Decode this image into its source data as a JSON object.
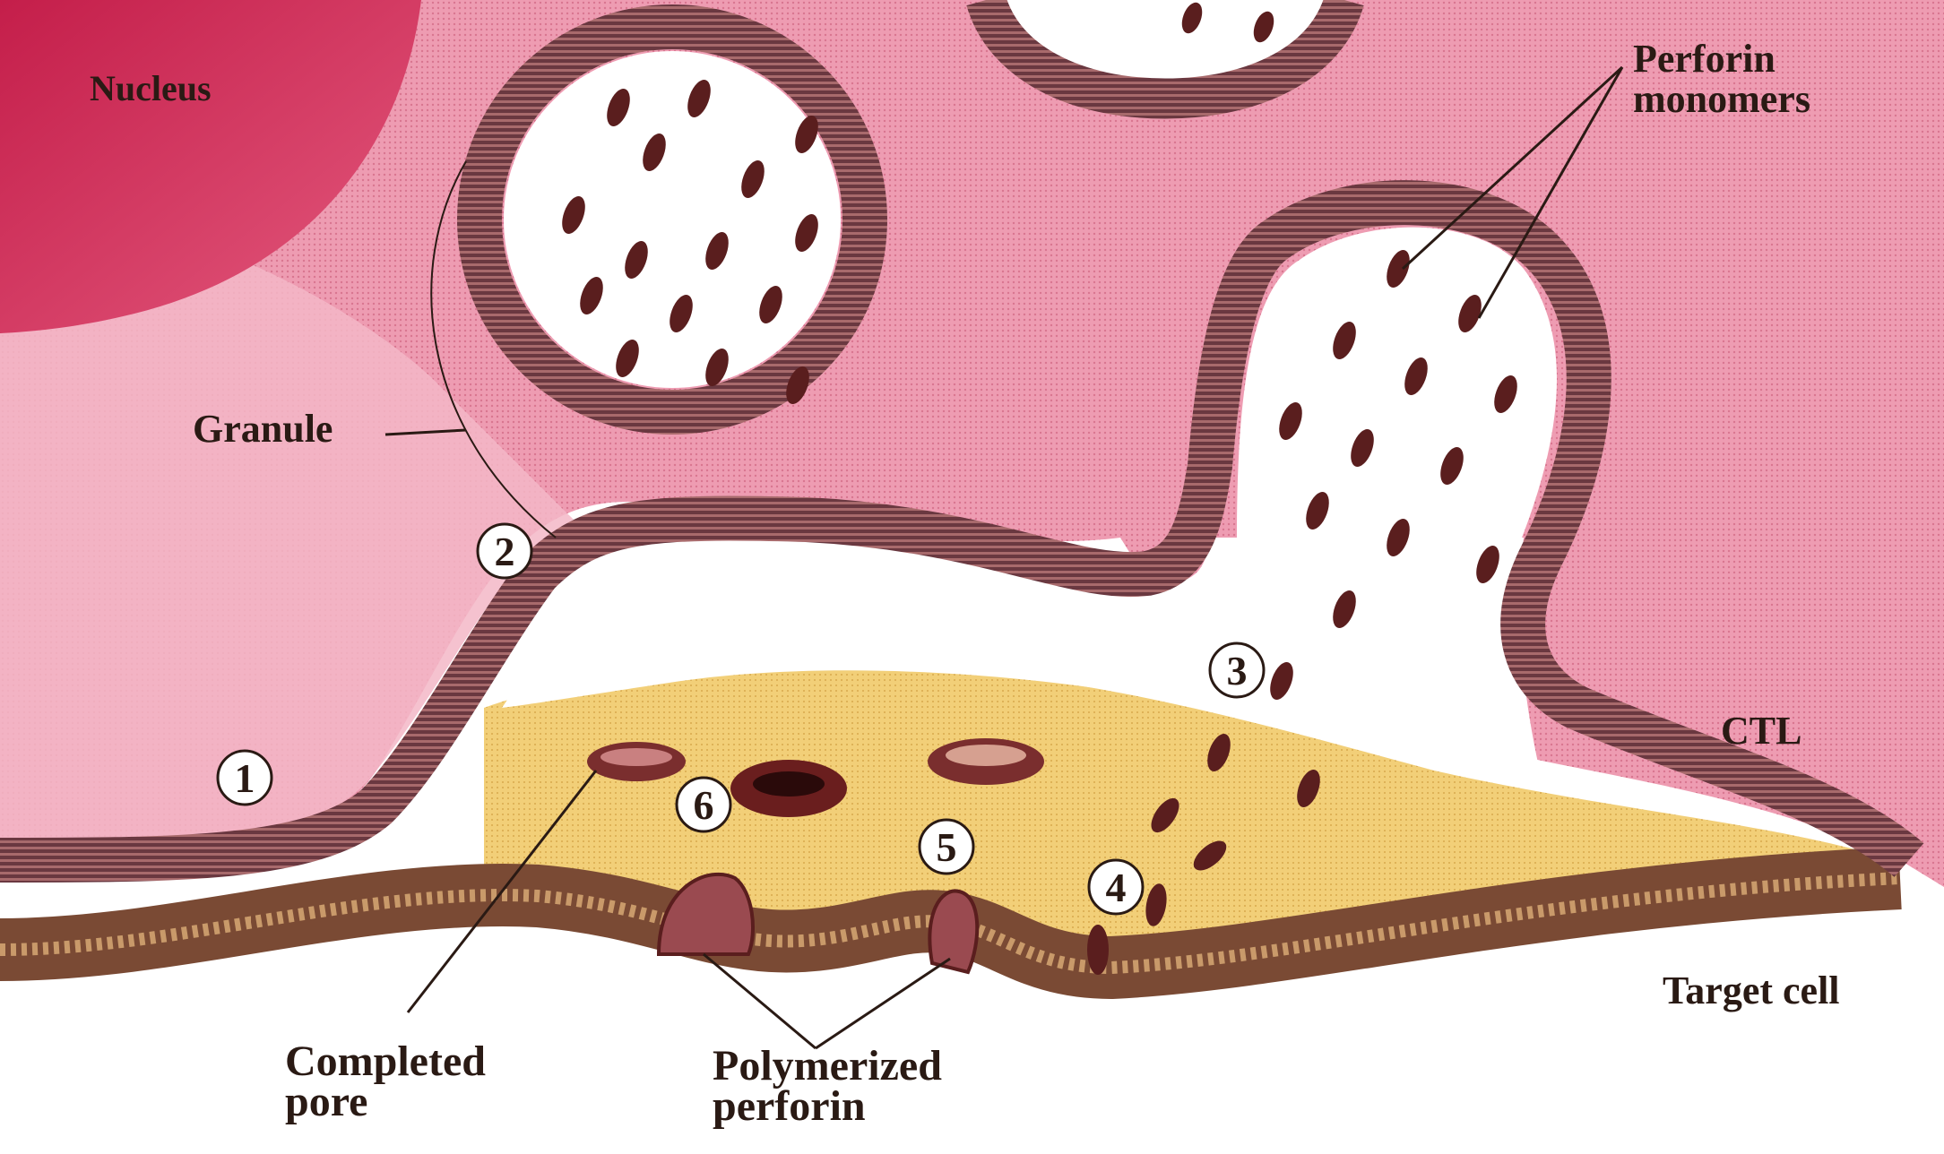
{
  "labels": {
    "nucleus": "Nucleus",
    "granule": "Granule",
    "perforin_line1": "Perforin",
    "perforin_line2": "monomers",
    "ctl": "CTL",
    "target": "Target cell",
    "completed_line1": "Completed",
    "completed_line2": "pore",
    "polymerized_line1": "Polymerized",
    "polymerized_line2": "perforin"
  },
  "steps": [
    "1",
    "2",
    "3",
    "4",
    "5",
    "6"
  ],
  "colors": {
    "cytoplasm": "#ee9cb2",
    "cytoplasm_light": "#f6c6d3",
    "nucleus": "#d8325c",
    "membrane": "#6a3840",
    "membrane_stripe": "#a86a6c",
    "granule_interior": "#ffffff",
    "synaptic_cleft": "#f2cf78",
    "target_membrane": "#7a4a34",
    "perforin": "#5a1e1e",
    "text": "#2a1a14"
  }
}
